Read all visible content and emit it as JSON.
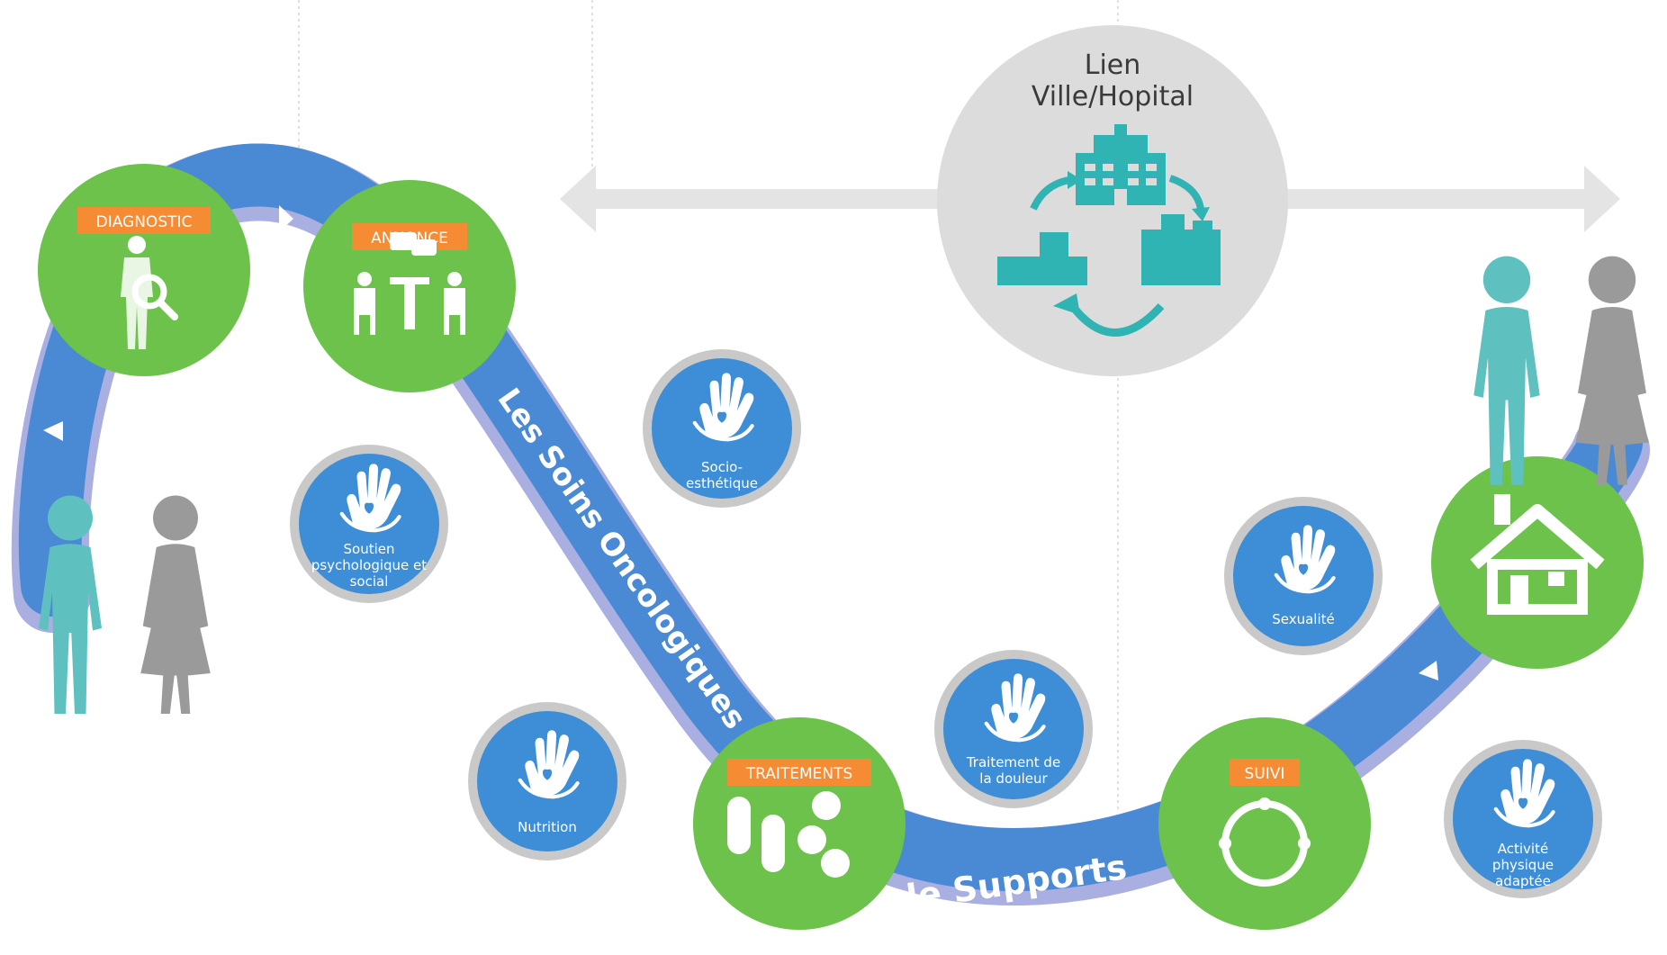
{
  "colors": {
    "path_blue": "#4a89d4",
    "path_lavender": "#a9afe0",
    "step_green": "#6cc24a",
    "step_label_orange": "#f58b33",
    "support_blue": "#3d8ed6",
    "support_ring": "#c9c9c9",
    "teal": "#5fc1bf",
    "grey": "#9a9a9a",
    "hub_grey": "#dcdcdc",
    "arrow_grey": "#e4e4e4"
  },
  "path_text": {
    "line1": "Les Soins Oncologiques",
    "line2": "de Supports"
  },
  "hub": {
    "title_line1": "Lien",
    "title_line2": "Ville/Hopital",
    "icon": "hospital-city-cycle-icon"
  },
  "steps": [
    {
      "id": "diagnostic",
      "label": "DIAGNOSTIC",
      "icon": "body-magnifier-icon"
    },
    {
      "id": "annonce",
      "label": "ANNONCE",
      "icon": "consultation-icon"
    },
    {
      "id": "traitements",
      "label": "TRAITEMENTS",
      "icon": "pills-icon"
    },
    {
      "id": "suivi",
      "label": "SUIVI",
      "icon": "cycle-icon"
    },
    {
      "id": "home",
      "label": "",
      "icon": "house-icon"
    }
  ],
  "supports": [
    {
      "id": "soutien",
      "lines": [
        "Soutien",
        "psychologique et",
        "social"
      ],
      "icon": "hand-heart-icon"
    },
    {
      "id": "socio",
      "lines": [
        "Socio-",
        "esthétique"
      ],
      "icon": "hand-heart-icon"
    },
    {
      "id": "nutrition",
      "lines": [
        "Nutrition"
      ],
      "icon": "hand-heart-icon"
    },
    {
      "id": "douleur",
      "lines": [
        "Traitement de",
        "la douleur"
      ],
      "icon": "hand-heart-icon"
    },
    {
      "id": "sexualite",
      "lines": [
        "Sexualité"
      ],
      "icon": "hand-heart-icon"
    },
    {
      "id": "activite",
      "lines": [
        "Activité",
        "physique",
        "adaptée"
      ],
      "icon": "hand-heart-icon"
    }
  ],
  "people": [
    {
      "id": "couple-start",
      "icon": "couple-icon"
    },
    {
      "id": "couple-end",
      "icon": "couple-icon"
    }
  ]
}
